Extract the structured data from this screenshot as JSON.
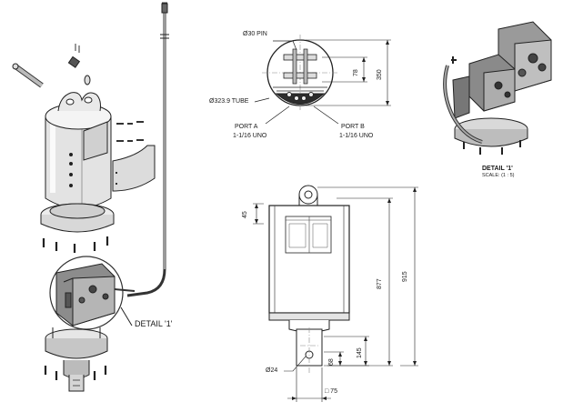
{
  "callouts": {
    "pin": "Ø30 PIN",
    "tube": "Ø323.9 TUBE",
    "port_a_line1": "PORT A",
    "port_a_line2": "1-1/16 UNO",
    "port_b_line1": "PORT B",
    "port_b_line2": "1-1/16 UNO",
    "detail_ref": "DETAIL '1'",
    "shaft": "Ø24",
    "square": "□ 75"
  },
  "dimensions": {
    "d78": "78",
    "d350": "350",
    "d45": "45",
    "d877": "877",
    "d915": "915",
    "d145": "145",
    "d68": "68"
  },
  "detail": {
    "title": "DETAIL '1'",
    "scale": "SCALE: (1 : 5)"
  }
}
